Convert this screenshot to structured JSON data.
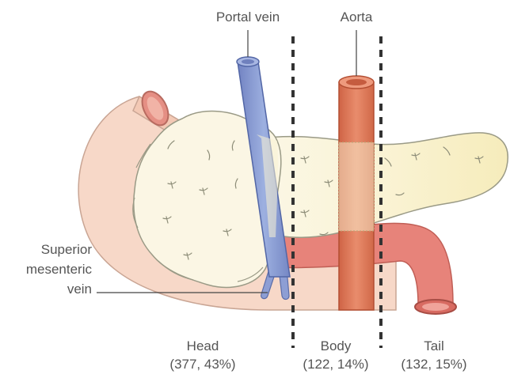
{
  "labels": {
    "portal_vein": "Portal vein",
    "aorta": "Aorta",
    "smv_line1": "Superior",
    "smv_line2": "mesenteric",
    "smv_line3": "vein"
  },
  "regions": [
    {
      "name": "Head",
      "detail": "(377, 43%)"
    },
    {
      "name": "Body",
      "detail": "(122, 14%)"
    },
    {
      "name": "Tail",
      "detail": "(132, 15%)"
    }
  ],
  "colors": {
    "duodenum": "#f7d8c8",
    "duodenum_outline": "#c9a594",
    "pancreas_head": "#fbf6e4",
    "pancreas_tail": "#f8efc4",
    "pancreas_outline": "#9a9a86",
    "portal_vein": "#8d9ed4",
    "aorta": "#e0785a",
    "splenic_artery": "#e7837a",
    "divider": "#333333",
    "label_text": "#555555"
  }
}
